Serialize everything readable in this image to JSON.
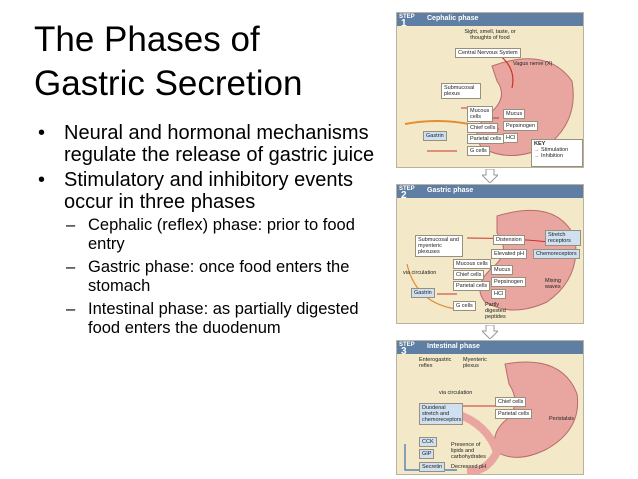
{
  "slide": {
    "title_line1": "The Phases of",
    "title_line2": "Gastric Secretion",
    "bullets": [
      {
        "text": "Neural and hormonal mechanisms regulate the release of gastric juice"
      },
      {
        "text": "Stimulatory and inhibitory events occur in three phases",
        "subbullets": [
          "Cephalic (reflex) phase:  prior to food entry",
          "Gastric phase: once food enters the stomach",
          "Intestinal phase: as partially digested food enters the duodenum"
        ]
      }
    ]
  },
  "figure": {
    "step_word": "STEP",
    "panels": [
      {
        "step": "1",
        "title": "Cephalic phase",
        "labels": {
          "senses": "Sight, smell, taste, or thoughts of food",
          "cns": "Central Nervous System",
          "vagus": "Vagus nerve (X)",
          "submucosal": "Submucosal plexus",
          "mucous": "Mucous cells",
          "chief": "Chief cells",
          "parietal": "Parietal cells",
          "gcells": "G cells",
          "gastrin": "Gastrin",
          "mucus": "Mucus",
          "pepsinogen": "Pepsinogen",
          "hcl": "HCl",
          "key": "KEY",
          "stimulation": "Stimulation",
          "inhibition": "Inhibition"
        }
      },
      {
        "step": "2",
        "title": "Gastric phase",
        "labels": {
          "submucosal": "Submucosal and myenteric plexuses",
          "distension": "Distension",
          "stretch": "Stretch receptors",
          "elevated_ph": "Elevated pH",
          "chemo": "Chemoreceptors",
          "mucous": "Mucous cells",
          "chief": "Chief cells",
          "parietal": "Parietal cells",
          "gcells": "G cells",
          "mucus": "Mucus",
          "pepsinogen": "Pepsinogen",
          "hcl": "HCl",
          "mixing": "Mixing waves",
          "via": "via circulation",
          "gastrin": "Gastrin",
          "partly": "Partly digested peptides"
        }
      },
      {
        "step": "3",
        "title": "Intestinal phase",
        "labels": {
          "enterogastric": "Enterogastric reflex",
          "myenteric": "Myenteric plexus",
          "via": "via circulation",
          "chief": "Chief cells",
          "parietal": "Parietal cells",
          "peristalsis": "Peristalsis",
          "duodenal": "Duodenal stretch and chemoreceptors",
          "cck": "CCK",
          "gip": "GIP",
          "secretin": "Secretin",
          "lipids": "Presence of lipids and carbohydrates",
          "decreased_ph": "Decreased pH"
        }
      }
    ]
  }
}
